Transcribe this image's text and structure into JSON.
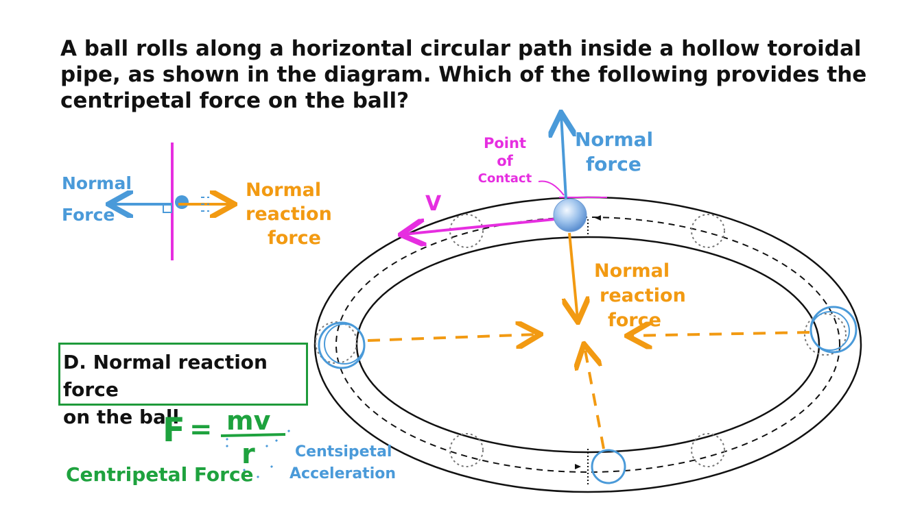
{
  "question": "A ball rolls along a horizontal circular path inside a hollow toroidal pipe, as shown in the diagram. Which of the following provides the centripetal force on the ball?",
  "side_view": {
    "normal_force_label_1": "Normal",
    "normal_force_label_2": "Force",
    "reaction_label_1": "Normal",
    "reaction_label_2": "reaction",
    "reaction_label_3": "force"
  },
  "main_diagram": {
    "point_of_contact_1": "Point",
    "point_of_contact_2": "of",
    "point_of_contact_3": "Contact",
    "velocity_label": "V",
    "normal_force_1": "Normal",
    "normal_force_2": "force",
    "reaction_1": "Normal",
    "reaction_2": "reaction",
    "reaction_3": "force"
  },
  "answer": {
    "line1": "D. Normal reaction force",
    "line2": "on the ball"
  },
  "formula": {
    "lhs": "F",
    "equals": "=",
    "numerator": "mv",
    "denominator": "r",
    "centripetal_force_label": "Centripetal Force",
    "acceleration_label_1": "Centsipetal",
    "acceleration_label_2": "Acceleration"
  },
  "colors": {
    "blue": "#4a9ad9",
    "orange": "#f29a12",
    "magenta": "#e62ee0",
    "green": "#1ea23e",
    "ink": "#111111"
  }
}
